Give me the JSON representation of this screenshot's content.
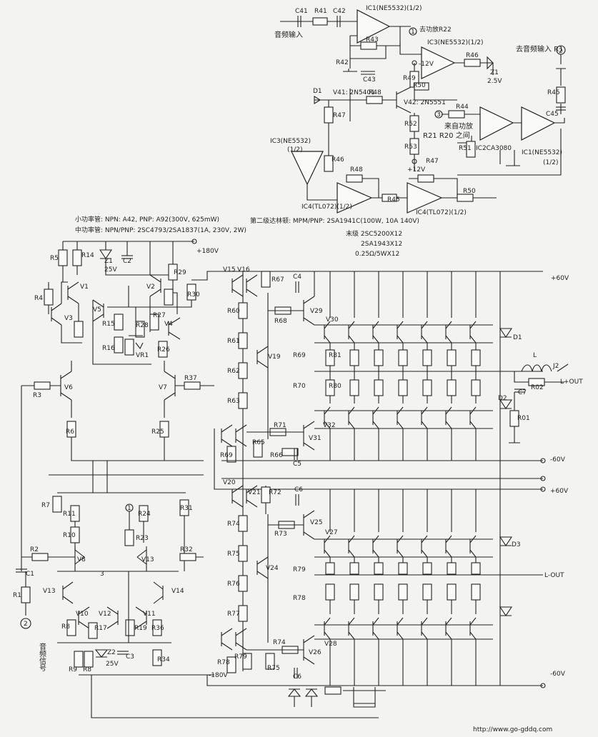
{
  "top": {
    "audio_input": "音频输入",
    "c41": "C41",
    "r41": "R41",
    "c42": "C42",
    "ic1_a": "IC1(NE5532)(1/2)",
    "to_amp": "去功放R22",
    "r43": "R43",
    "r42": "R42",
    "c43": "C43",
    "ic3_a": "IC3(NE5532)(1/2)",
    "r46_top": "R46",
    "z1": "Z1",
    "z1_v": "2.5V",
    "neg12": "-12V",
    "pos12": "+12V",
    "r49": "R49",
    "r50": "R50",
    "r48": "R48",
    "r47": "R47",
    "v41": "V41: 2N5401",
    "v42": "V42: 2N5551",
    "d1": "D1",
    "r52": "R52",
    "r53": "R53",
    "ic3_b": "IC3(NE5532)",
    "ic3_b_half": "(1/2)",
    "r46_b": "R46",
    "r48_b": "R48",
    "r47_b": "R47",
    "r45_b": "R45",
    "r50_b": "R50",
    "ic4_a": "IC4(TL072)(1/2)",
    "ic4_b": "IC4(TL072)(1/2)",
    "to_audio_input": "去音频输入 R1",
    "r45": "R45",
    "c45": "C45",
    "r44": "R44",
    "from_amp": "来自功放",
    "from_amp_2": "R21 R20 之间",
    "r51": "R51",
    "ic2": "IC2CA3080",
    "ic1_b": "IC1(NE5532)",
    "ic1_b_half": "(1/2)",
    "n1": "1",
    "n2": "2",
    "n3": "3"
  },
  "notes": {
    "small_tr": "小功率管: NPN: A42, PNP: A92(300V, 625mW)",
    "mid_tr": "中功率管: NPN/PNP: 2SC4793/2SA1837(1A, 230V, 2W)",
    "darlington": "第二级达林顿: MPM/PNP: 2SA1941C(100W, 10A 140V)",
    "final": "末级 2SC5200X12",
    "final2": "2SA1943X12",
    "final3": "0.25Ω/5WX12"
  },
  "rails": {
    "pos180": "+180V",
    "neg180": "-180V",
    "pos60": "+60V",
    "neg60": "-60V",
    "pos60_b": "+60V",
    "neg60_b": "-60V"
  },
  "outputs": {
    "l_plus": "L+OUT",
    "l_minus": "L-OUT",
    "j2": "J2",
    "l": "L",
    "r02": "R02",
    "c7": "C7",
    "r01": "R01",
    "d1": "D1",
    "d2": "D2",
    "d3": "D3"
  },
  "left": {
    "r5": "R5",
    "r14": "R14",
    "z1": "Z1",
    "z1_v": "25V",
    "c2": "C2",
    "r4": "R4",
    "v1": "V1",
    "v3": "V3",
    "v5": "V5",
    "r15": "R15",
    "r16": "R16",
    "r28": "R28",
    "vr1": "VR1",
    "v2": "V2",
    "r29": "R29",
    "r30": "R30",
    "r27": "R27",
    "v4": "V4",
    "r26": "R26",
    "r3": "R3",
    "v6": "V6",
    "v7": "V7",
    "r37": "R37",
    "r6": "R6",
    "r25": "R25",
    "r7": "R7",
    "r11": "R11",
    "r10": "R10",
    "r24": "R24",
    "r23": "R23",
    "r31": "R31",
    "r2": "R2",
    "v8": "V8",
    "v13": "V13",
    "v13b": "V13",
    "r32": "R32",
    "c1": "C1",
    "r1": "R1",
    "v14": "V14",
    "v10": "V10",
    "v12": "V12",
    "v11": "V11",
    "r8": "R8",
    "r17": "R17",
    "r19": "R19",
    "r36": "R36",
    "r9": "R9",
    "r8b": "R8",
    "z2": "Z2",
    "z2_v": "25V",
    "c3": "C3",
    "r34": "R34",
    "audio_sig": "音频信号"
  },
  "middle": {
    "v15": "V15",
    "v16": "V16",
    "r67": "R67",
    "c4": "C4",
    "r60": "R60",
    "r68": "R68",
    "v29": "V29",
    "v30": "V30",
    "r61": "R61",
    "v19": "V19",
    "r69": "R69",
    "r81": "R81",
    "r62": "R62",
    "r70": "R70",
    "r80": "R80",
    "r63": "R63",
    "r71": "R71",
    "v32": "V32",
    "r65": "R65",
    "v31": "V31",
    "r69b": "R69",
    "r66": "R66",
    "c5": "C5",
    "v20": "V20",
    "v21": "V21",
    "r72": "R72",
    "c6": "C6",
    "r74": "R74",
    "v25": "V25",
    "r73": "R73",
    "v27": "V27",
    "r75": "R75",
    "v24": "V24",
    "r79": "R79",
    "r76": "R76",
    "r78": "R78",
    "r77": "R77",
    "r74b": "R74",
    "v26": "V26",
    "v28": "V28",
    "r78b": "R78",
    "r79b": "R79",
    "r75b": "R75",
    "c6b": "C6"
  },
  "footer": {
    "url": "http://www.go-gddq.com"
  }
}
